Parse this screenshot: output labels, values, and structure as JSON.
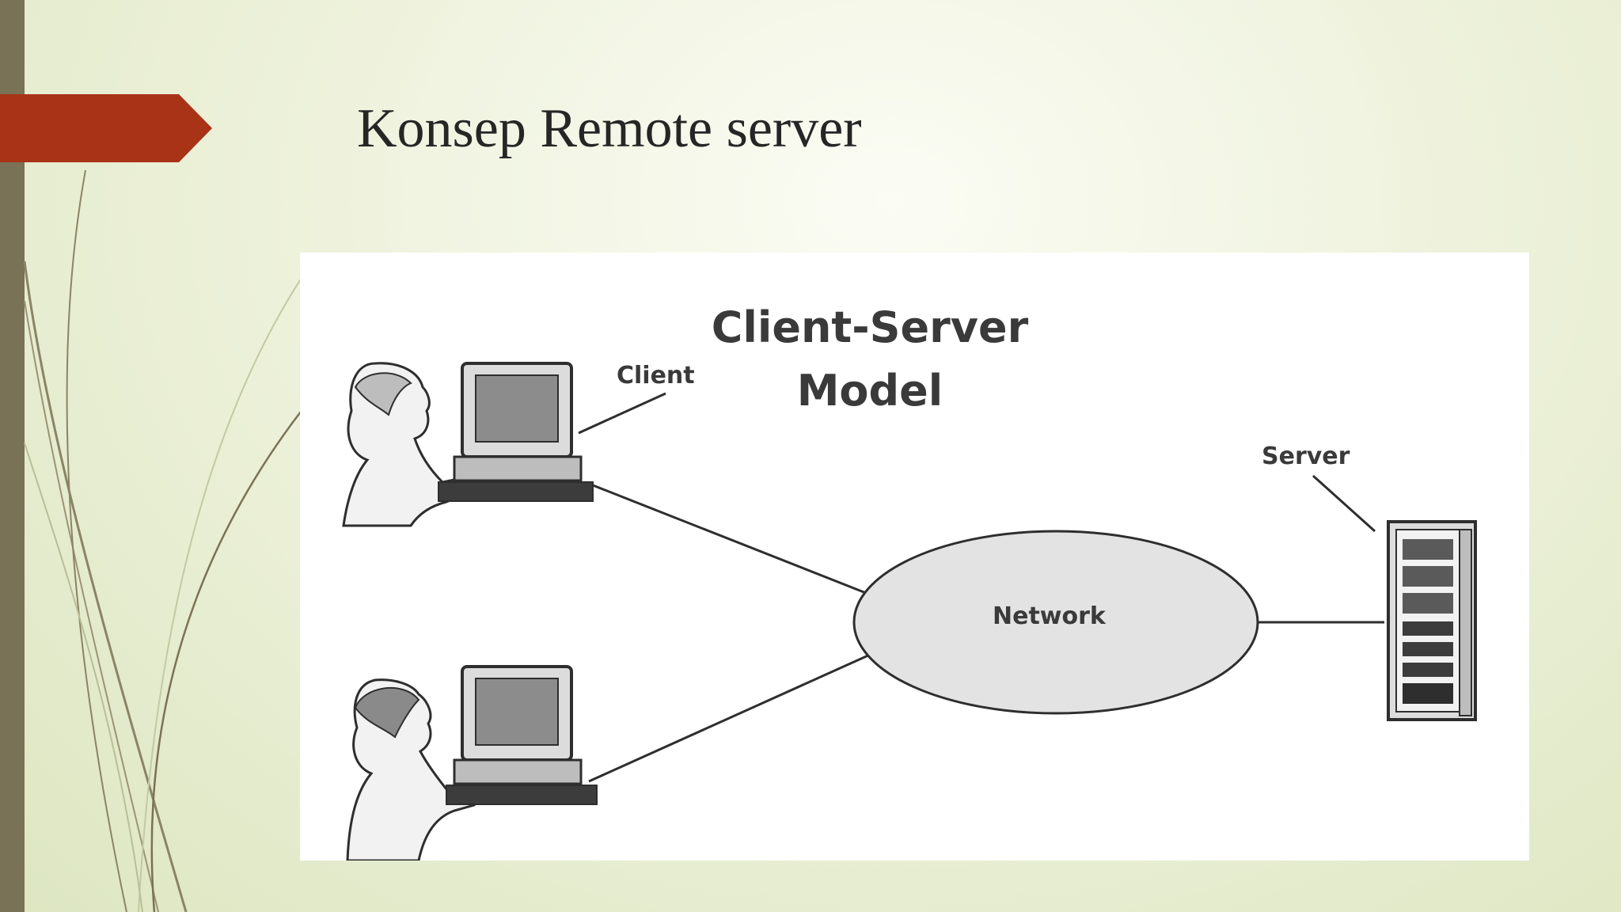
{
  "slide": {
    "title": "Konsep Remote server"
  },
  "diagram": {
    "heading": "Client-Server Model",
    "labels": {
      "client": "Client",
      "server": "Server",
      "network": "Network"
    }
  },
  "colors": {
    "accent_arrow": "#a83317",
    "side_bar": "#7a7256",
    "title_text": "#262626",
    "network_fill": "#e3e3e3"
  },
  "icons": [
    "person-at-computer-icon",
    "server-rack-icon",
    "network-cloud-icon"
  ]
}
